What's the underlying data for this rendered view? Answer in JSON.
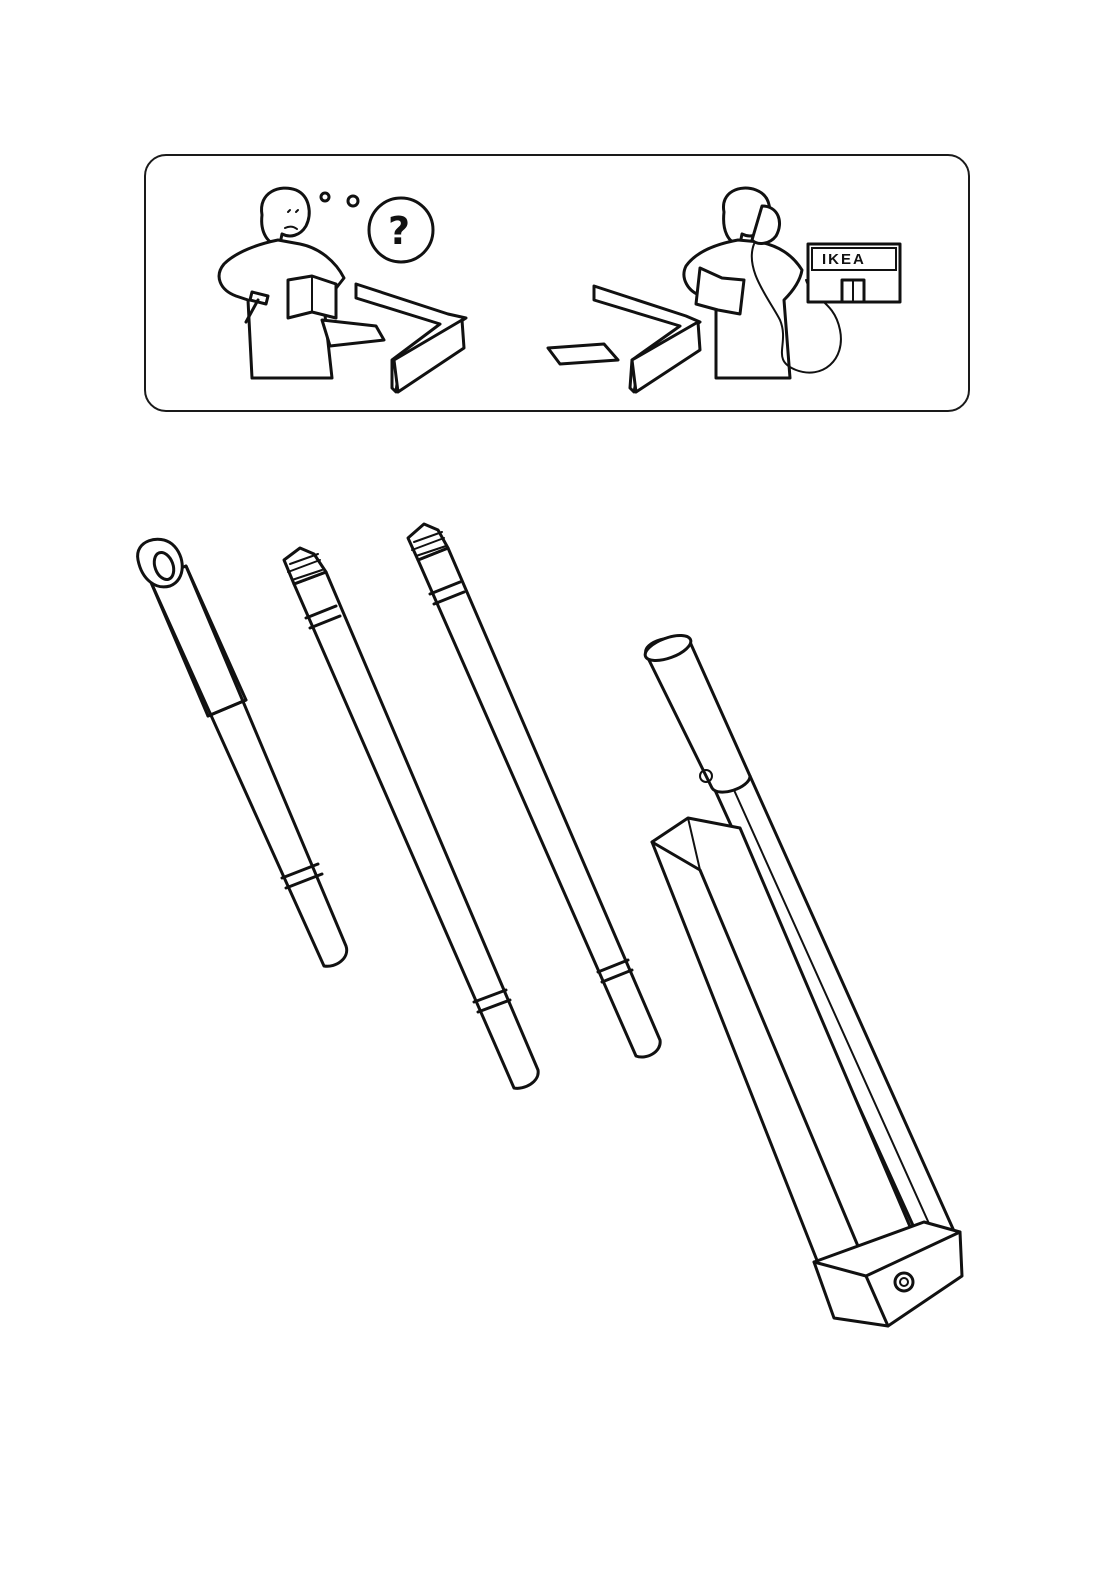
{
  "header_panel": {
    "question_mark": "?",
    "store_sign": "IKEA"
  },
  "icons": {
    "confused_person": "person-reading-manual-confused-icon",
    "phone_person": "person-calling-store-icon",
    "store": "ikea-store-icon"
  },
  "parts": [
    "leg-tube-with-eyelet",
    "leg-tube-threaded",
    "leg-tube-threaded",
    "base-column-with-cover"
  ]
}
